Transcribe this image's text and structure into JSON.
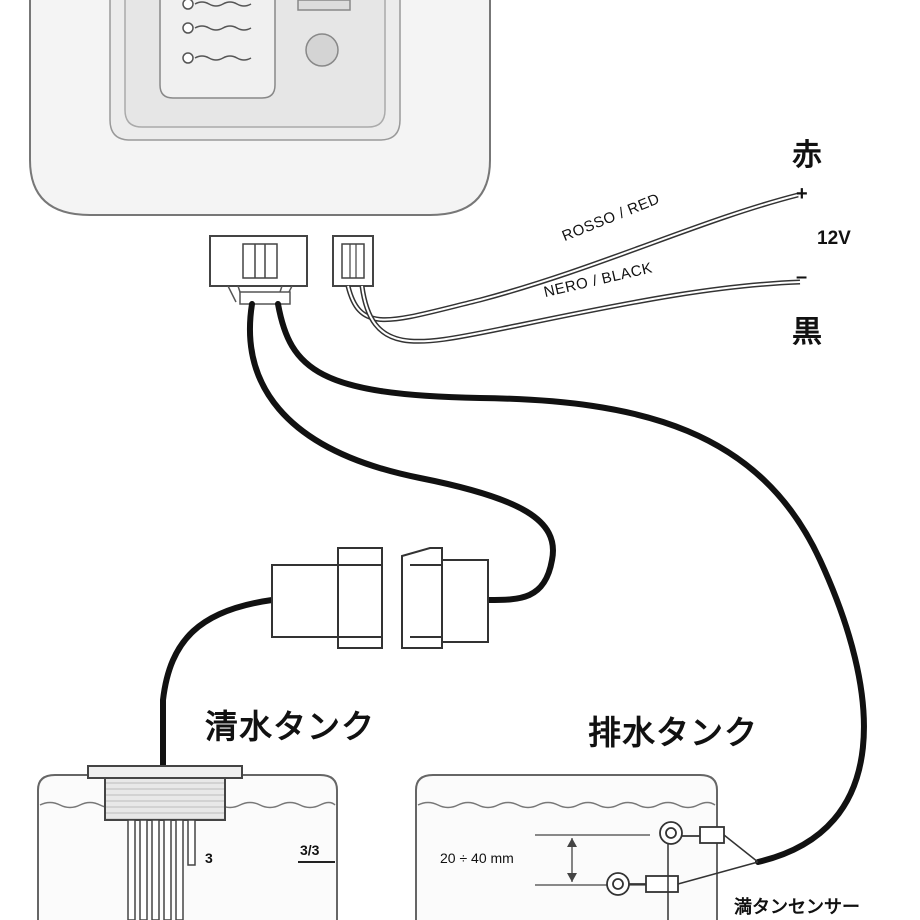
{
  "labels": {
    "red_kanji": "赤",
    "black_kanji": "黒",
    "plus": "+",
    "minus": "–",
    "voltage": "12V",
    "red_wire": "ROSSO / RED",
    "black_wire": "NERO / BLACK",
    "fresh_tank": "清水タンク",
    "waste_tank": "排水タンク",
    "level_3": "3",
    "level_3_3": "3/3",
    "distance": "20 ÷ 40 mm",
    "full_sensor": "満タンセンサー"
  }
}
